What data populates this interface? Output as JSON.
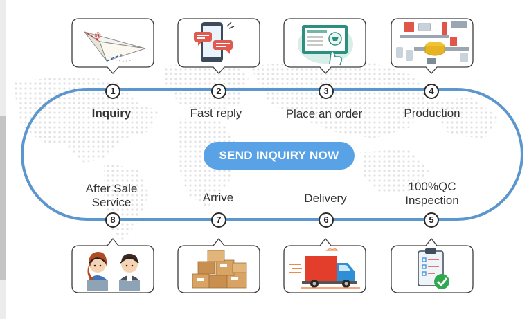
{
  "colors": {
    "track": "#5b97cc",
    "cta_bg": "#5aa2e6",
    "text": "#333333",
    "map_dots": "#e4e4e4"
  },
  "cta_label": "SEND INQUIRY NOW",
  "steps": [
    {
      "number": "1",
      "label": "Inquiry",
      "icon": "paper-plane-mail-icon"
    },
    {
      "number": "2",
      "label": "Fast reply",
      "icon": "phone-chat-icon"
    },
    {
      "number": "3",
      "label": "Place an order",
      "icon": "online-order-screen-icon"
    },
    {
      "number": "4",
      "label": "Production",
      "icon": "factory-line-icon"
    },
    {
      "number": "5",
      "label_line1": "100%QC",
      "label_line2": "Inspection",
      "icon": "checklist-clipboard-icon"
    },
    {
      "number": "6",
      "label": "Delivery",
      "icon": "delivery-truck-icon"
    },
    {
      "number": "7",
      "label": "Arrive",
      "icon": "cardboard-boxes-icon"
    },
    {
      "number": "8",
      "label_line1": "After Sale",
      "label_line2": "Service",
      "icon": "support-agents-icon"
    }
  ]
}
